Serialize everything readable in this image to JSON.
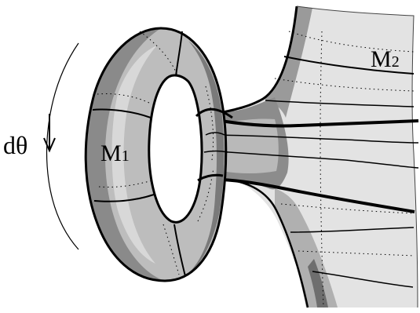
{
  "labels": {
    "rotation": "dθ",
    "m1_main": "M",
    "m1_sub": "1",
    "m2_main": "M",
    "m2_sub": "2"
  }
}
